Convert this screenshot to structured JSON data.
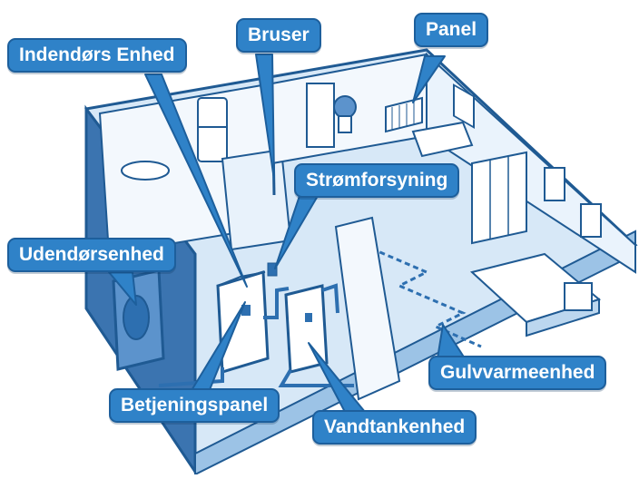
{
  "labels": {
    "indoor_unit": "Indendørs Enhed",
    "shower": "Bruser",
    "panel": "Panel",
    "power_supply": "Strømforsyning",
    "outdoor_unit": "Udendørsenhed",
    "floor_heating_unit": "Gulvvarmeenhed",
    "control_panel": "Betjeningspanel",
    "water_tank_unit": "Vandtankenhed"
  },
  "colors": {
    "callout_fill": "#2f82c8",
    "callout_border": "#1d5f9c",
    "wall_fill": "#f3f8fd",
    "floor_fill": "#d7e8f7",
    "outline": "#1f5a93",
    "dark_wall": "#3b74b0",
    "pipe": "#2d6fb0"
  }
}
